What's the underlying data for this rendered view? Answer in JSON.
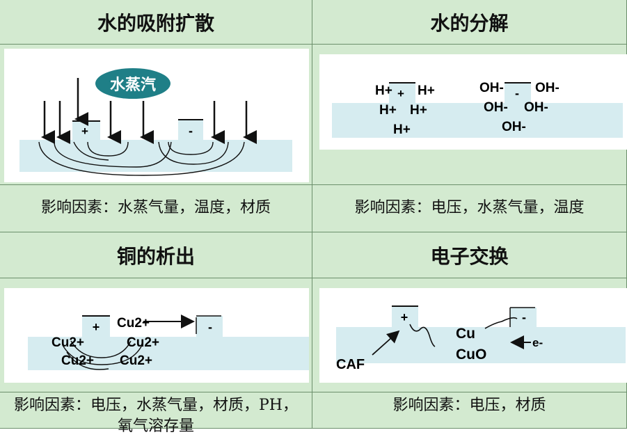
{
  "cells": {
    "adsorption": {
      "title": "水的吸附扩散",
      "factors": "影响因素：水蒸气量，温度，材质",
      "labels": {
        "vapor": "水蒸汽",
        "plus": "+",
        "minus": "-"
      }
    },
    "decomposition": {
      "title": "水的分解",
      "factors": "影响因素：电压，水蒸气量，温度",
      "labels": {
        "plus": "+",
        "minus": "-",
        "h_ions": [
          "H+",
          "H+",
          "H+",
          "H+",
          "H+"
        ],
        "oh_ions": [
          "OH-",
          "OH-",
          "OH-",
          "OH-",
          "OH-"
        ]
      }
    },
    "copper": {
      "title": "铜的析出",
      "factors_line1": "影响因素：电压，水蒸气量，材质，PH，",
      "factors_line2": "氧气溶存量",
      "labels": {
        "plus": "+",
        "minus": "-",
        "cu_ions": [
          "Cu2+",
          "Cu2+",
          "Cu2+",
          "Cu2+",
          "Cu2+"
        ]
      }
    },
    "electron": {
      "title": "电子交换",
      "factors": "影响因素：电压，材质",
      "labels": {
        "plus": "+",
        "minus": "-",
        "caf": "CAF",
        "cu": "Cu",
        "cuo": "CuO",
        "electron": "e-"
      }
    }
  },
  "colors": {
    "header_bg": "#d3ead0",
    "substrate": "#d6ecf0",
    "vapor": "#1f7f87",
    "border": "#6b8f6b"
  }
}
